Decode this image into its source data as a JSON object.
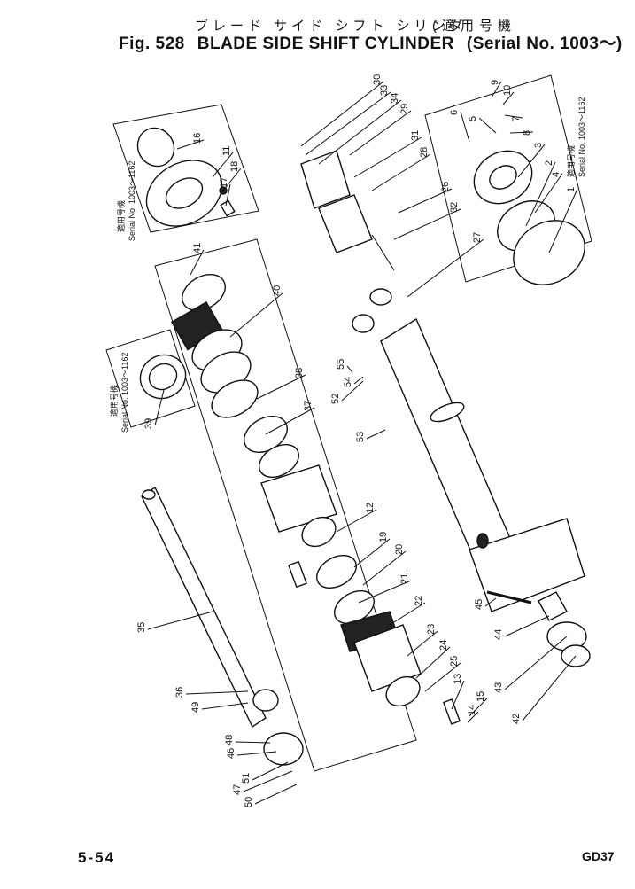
{
  "header": {
    "title_jp": "ブレード サイド シフト シリンダ",
    "fig_label": "Fig. 528",
    "title_en": "BLADE SIDE SHIFT CYLINDER",
    "serial_jp": "(適用号機",
    "serial_en": "(Serial No. 1003～)"
  },
  "insets": {
    "top_left": {
      "jp": "適用号機",
      "serial": "Serial No. 1003～1162"
    },
    "mid_left": {
      "jp": "適用号機",
      "serial": "Serial No. 1003～1162"
    },
    "top_right": {
      "jp": "適用号機",
      "serial": "Serial No. 1003～1162"
    }
  },
  "part_labels": [
    "1",
    "2",
    "3",
    "4",
    "5",
    "6",
    "7",
    "8",
    "9",
    "10",
    "11",
    "12",
    "13",
    "14",
    "15",
    "16",
    "17",
    "18",
    "19",
    "20",
    "21",
    "22",
    "23",
    "24",
    "25",
    "26",
    "27",
    "28",
    "29",
    "30",
    "31",
    "32",
    "33",
    "34",
    "35",
    "36",
    "37",
    "38",
    "39",
    "40",
    "41",
    "42",
    "43",
    "44",
    "45",
    "46",
    "47",
    "48",
    "49",
    "50",
    "51",
    "52",
    "53",
    "54",
    "55"
  ],
  "footer": {
    "page": "5-54",
    "code": "GD37"
  }
}
